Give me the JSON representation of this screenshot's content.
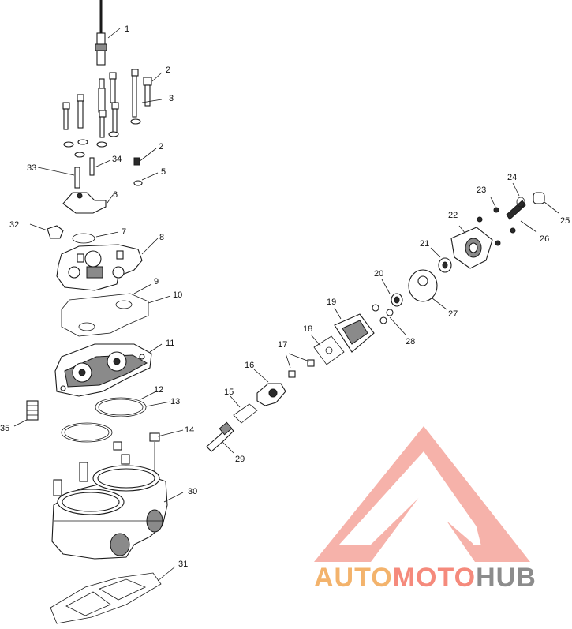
{
  "diagram": {
    "callouts": [
      "1",
      "2",
      "3",
      "2",
      "5",
      "6",
      "7",
      "8",
      "9",
      "10",
      "11",
      "12",
      "13",
      "14",
      "15",
      "16",
      "17",
      "18",
      "19",
      "20",
      "21",
      "22",
      "23",
      "24",
      "25",
      "26",
      "27",
      "28",
      "29",
      "30",
      "31",
      "32",
      "33",
      "34",
      "35"
    ]
  },
  "watermark": {
    "text_part1": "AUTO",
    "text_part2": "MOTO",
    "text_part3": "HUB",
    "colors": {
      "part1": "#f3b36c",
      "part2": "#f58a7c",
      "part3": "#8c8c8c",
      "logo": "#f5a59c"
    }
  }
}
